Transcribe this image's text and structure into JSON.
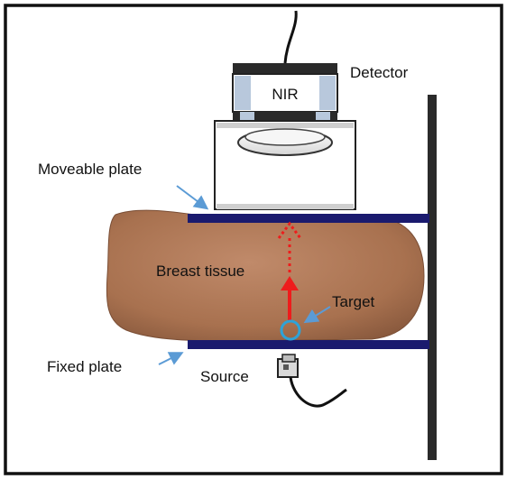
{
  "labels": {
    "nir": "NIR",
    "detector": "Detector",
    "moveable_plate": "Moveable plate",
    "breast_tissue": "Breast tissue",
    "target": "Target",
    "fixed_plate": "Fixed plate",
    "source": "Source"
  },
  "colors": {
    "frame_border": "#111111",
    "plate": "#1a1a6e",
    "tissue": "#b07a5c",
    "arrow": "#ee1c1c",
    "target_ring": "#2ea3d8",
    "pointer": "#5b9bd5",
    "detector_body": "#e8e8e8",
    "detector_side": "#b8c8dc"
  }
}
